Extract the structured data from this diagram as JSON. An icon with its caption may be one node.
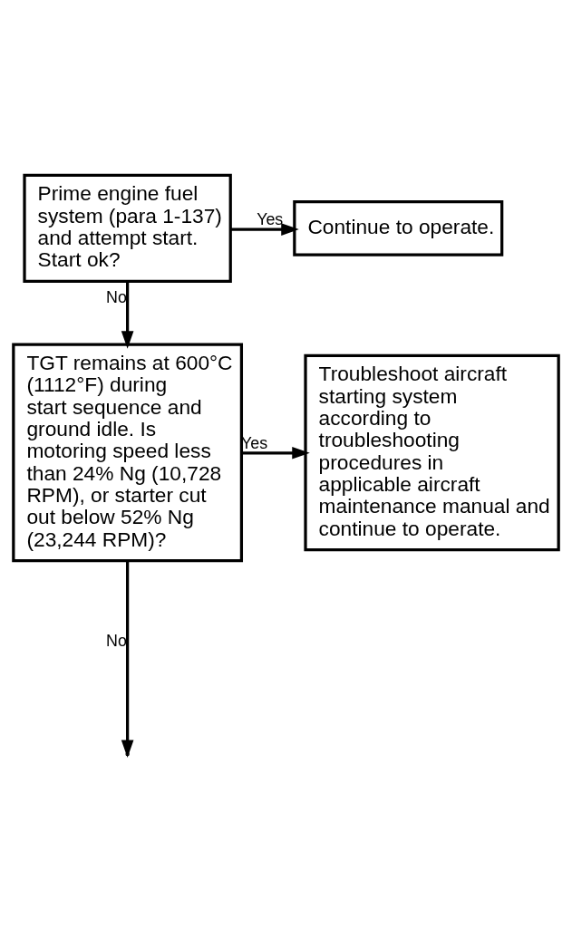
{
  "diagram": {
    "nodes": [
      {
        "text": [
          "Prime engine fuel system (para 1-137) and attempt start. Start ok?"
        ]
      },
      {
        "text": [
          "Continue to operate."
        ]
      },
      {
        "text": [
          "TGT remains at 600°C (1112°F) during start sequence and ground idle. Is motoring speed less than 24% Ng (10,728 RPM), or starter cut out below 52% Ng (23,244 RPM)?"
        ]
      },
      {
        "text": [
          "Troubleshoot aircraft starting system according to troubleshooting procedures in applicable aircraft maintenance manual and continue to operate."
        ]
      }
    ],
    "edges": [
      {
        "from": 0,
        "to": 1,
        "arrow": "to",
        "label": "Yes"
      },
      {
        "from": 0,
        "to": 2,
        "arrow": "to",
        "label": "No"
      },
      {
        "from": 2,
        "to": 3,
        "arrow": "to",
        "label": "Yes"
      },
      {
        "from": 2,
        "to": null,
        "arrow": "to",
        "label": "No"
      }
    ]
  }
}
